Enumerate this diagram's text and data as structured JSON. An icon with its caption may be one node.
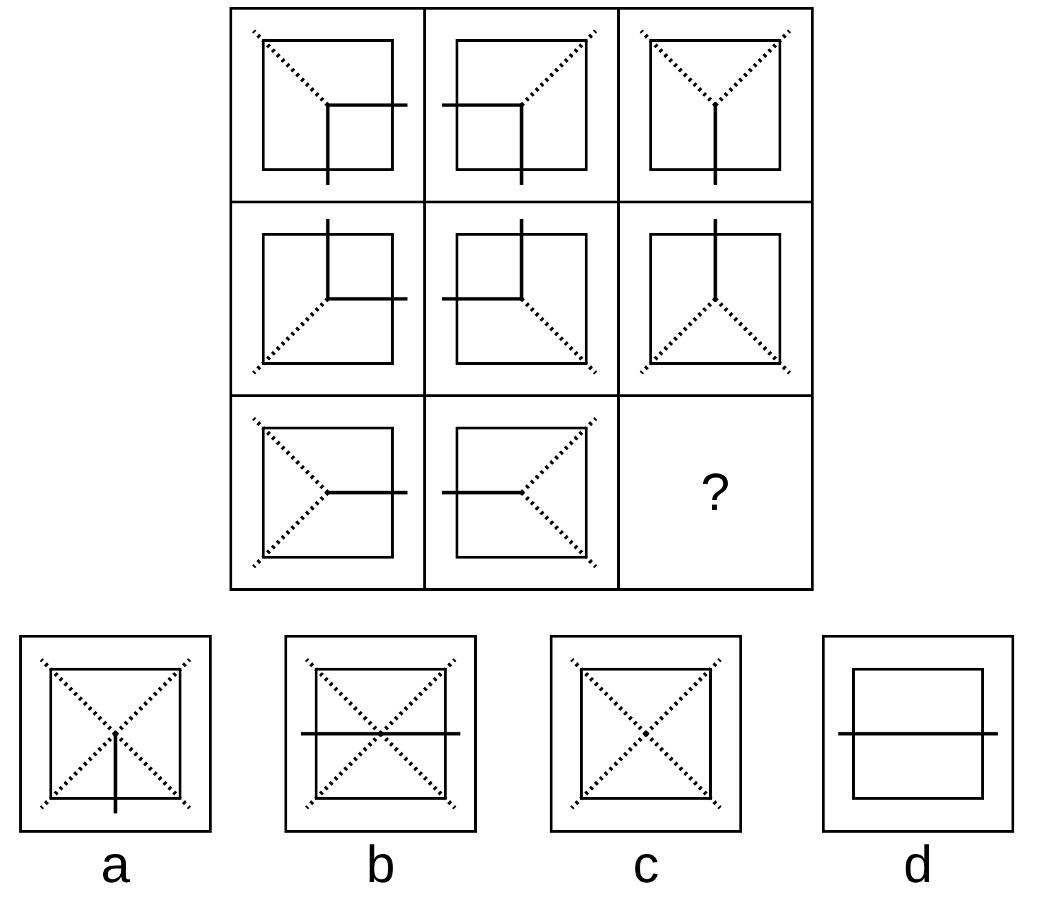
{
  "diagram": {
    "nodes": [
      {
        "text": [],
        "shape": "picture"
      },
      {
        "text": [],
        "shape": "picture"
      },
      {
        "text": [],
        "shape": "picture"
      },
      {
        "text": [],
        "shape": "picture"
      },
      {
        "text": [],
        "shape": "picture"
      },
      {
        "text": [],
        "shape": "picture"
      },
      {
        "text": [],
        "shape": "picture"
      },
      {
        "text": [],
        "shape": "picture"
      },
      {
        "text": [
          "?"
        ]
      },
      {
        "text": [],
        "shape": "picture",
        "beside": [
          "a"
        ]
      },
      {
        "text": [],
        "shape": "picture",
        "beside": [
          "b"
        ]
      },
      {
        "text": [],
        "shape": "picture",
        "beside": [
          "c"
        ]
      },
      {
        "text": [],
        "shape": "picture",
        "beside": [
          "d"
        ]
      }
    ]
  }
}
